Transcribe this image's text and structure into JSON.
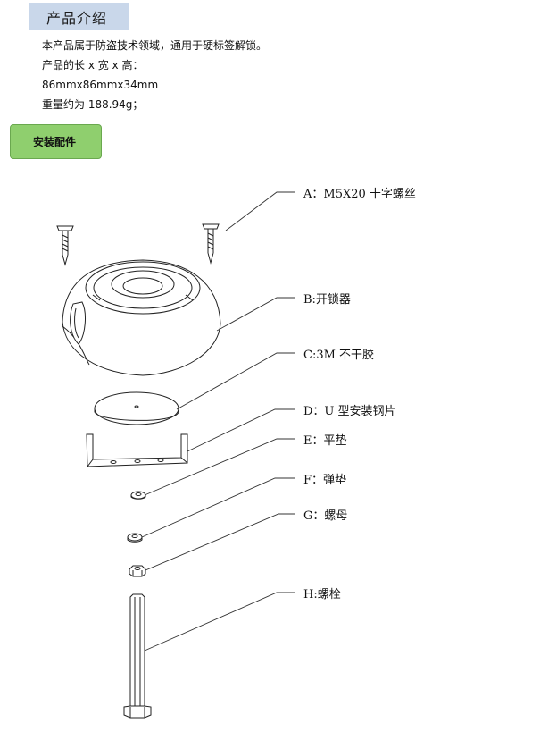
{
  "header": {
    "title": "产品介绍"
  },
  "intro": {
    "line1": "本产品属于防盗技术领域，通用于硬标签解锁。",
    "line2": "产品的长 x 宽 x 高：",
    "line3": "86mmx86mmx34mm",
    "line4": "重量约为 188.94g；"
  },
  "section": {
    "badge_label": "安装配件"
  },
  "parts": [
    {
      "label": "A：M5X20 十字螺丝",
      "icon": "screw-icon"
    },
    {
      "label": "B:开锁器",
      "icon": "detacher-dome-icon"
    },
    {
      "label": "C:3M 不干胶",
      "icon": "adhesive-disc-icon"
    },
    {
      "label": "D：U 型安装钢片",
      "icon": "u-bracket-icon"
    },
    {
      "label": "E：平垫",
      "icon": "flat-washer-icon"
    },
    {
      "label": "F：弹垫",
      "icon": "spring-washer-icon"
    },
    {
      "label": "G：螺母",
      "icon": "nut-icon"
    },
    {
      "label": "H:螺栓",
      "icon": "bolt-icon"
    }
  ],
  "colors": {
    "title_bg": "#c9d7ea",
    "badge_bg": "#8fcf6e"
  }
}
